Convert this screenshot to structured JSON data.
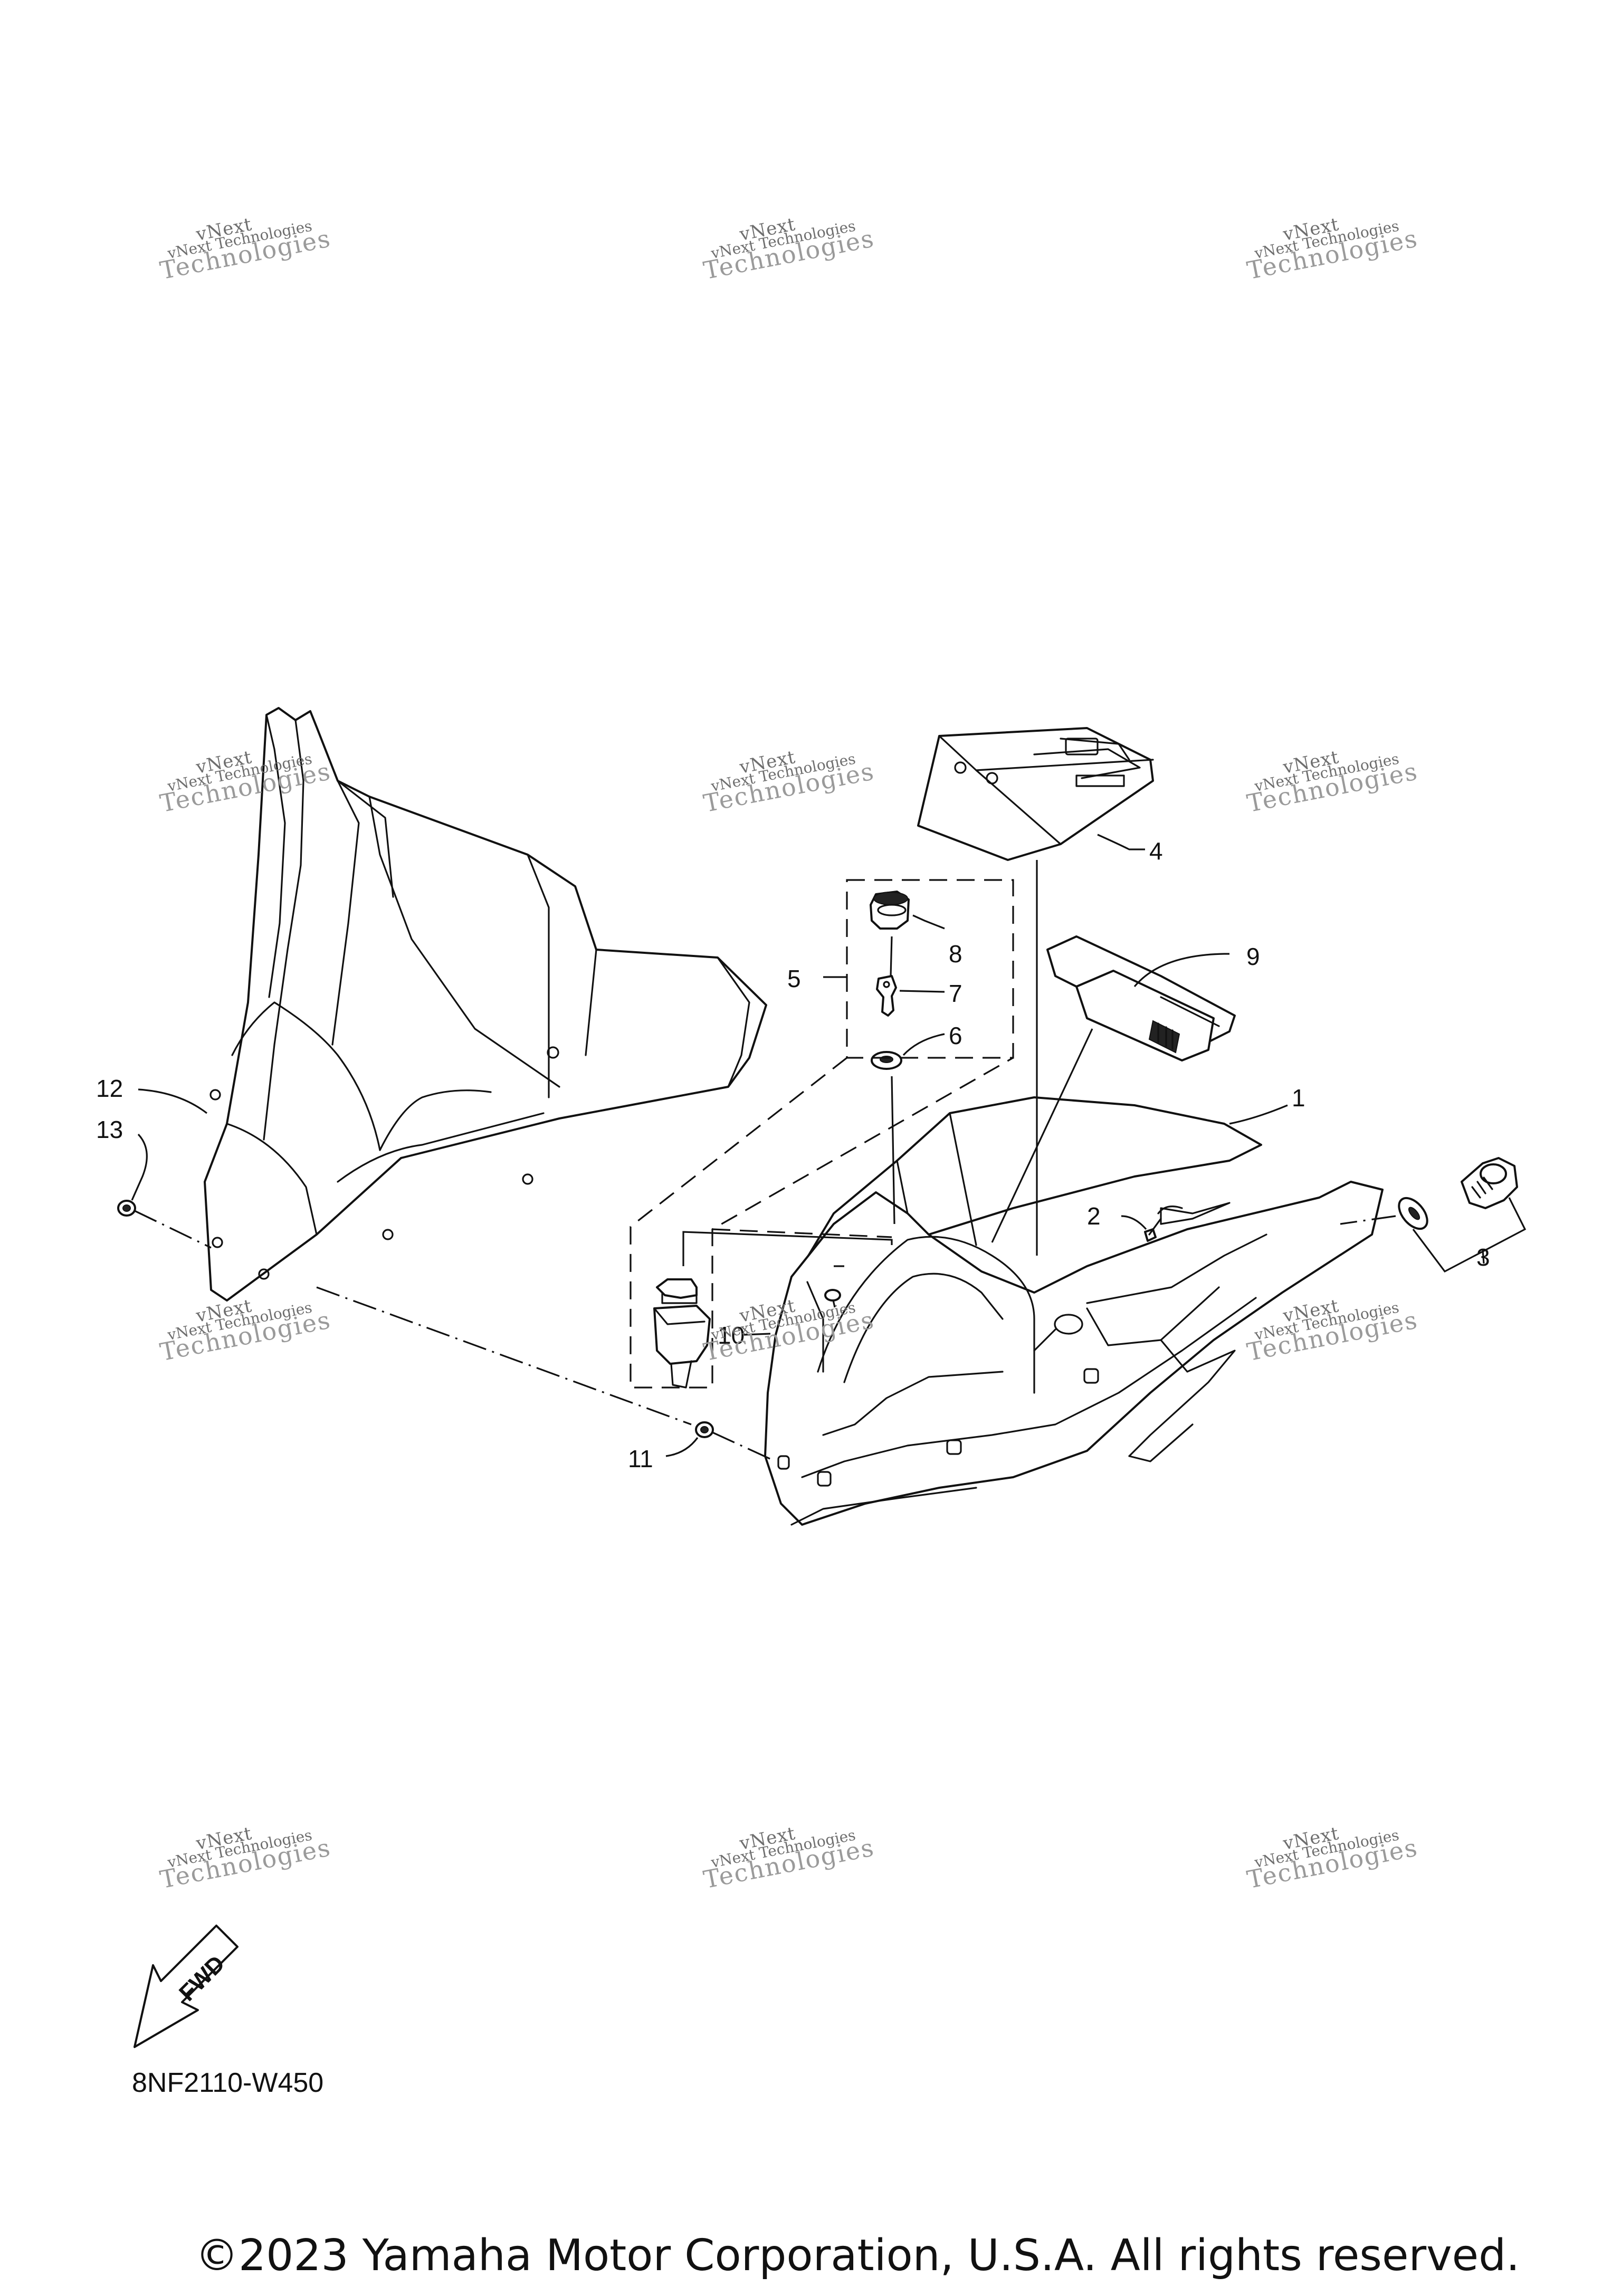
{
  "diagram": {
    "callouts": {
      "c1": "1",
      "c2": "2",
      "c3": "3",
      "c4": "4",
      "c5": "5",
      "c6": "6",
      "c7": "7",
      "c8": "8",
      "c9": "9",
      "c10": "10",
      "c11": "11",
      "c12": "12",
      "c13": "13"
    },
    "fwd_label": "FWD",
    "part_code": "8NF2110-W450",
    "copyright": "©2023 Yamaha Motor Corporation, U.S.A. All rights reserved."
  },
  "watermark": {
    "line1": "vNext",
    "line2": "vNext Technologies",
    "line3": "Technologies"
  },
  "icons": {
    "fwd_arrow": "forward-arrow-icon"
  }
}
